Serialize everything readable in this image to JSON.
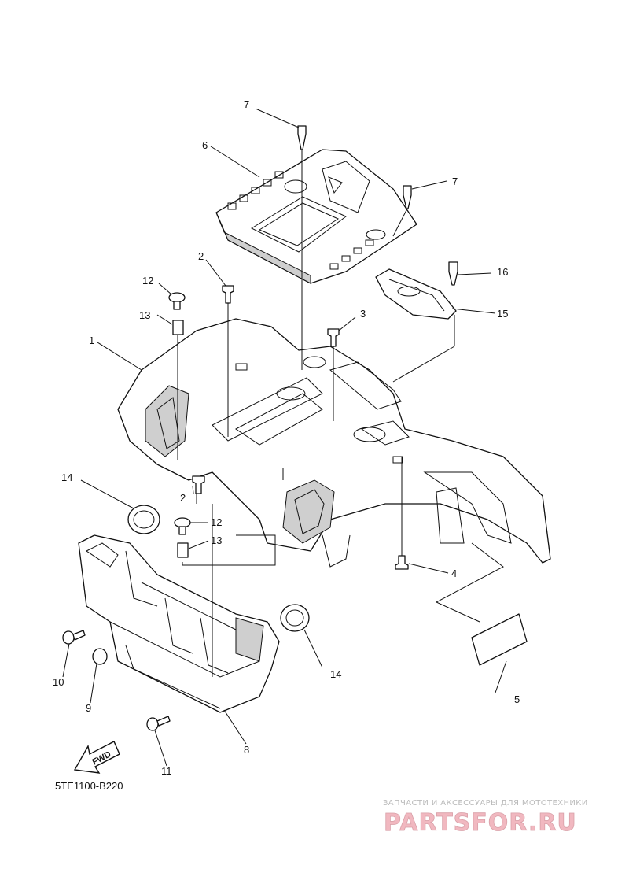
{
  "diagram": {
    "reference_code": "5TE1100-B220",
    "fwd_label": "FWD",
    "part_numbers": [
      "1",
      "2",
      "2",
      "3",
      "4",
      "5",
      "6",
      "7",
      "7",
      "8",
      "9",
      "10",
      "11",
      "12",
      "12",
      "13",
      "13",
      "14",
      "14",
      "15",
      "16"
    ]
  },
  "watermark": {
    "line1": "ЗАПЧАСТИ И АКСЕССУАРЫ ДЛЯ МОТОТЕХНИКИ",
    "line2": "PARTSFOR.RU"
  }
}
